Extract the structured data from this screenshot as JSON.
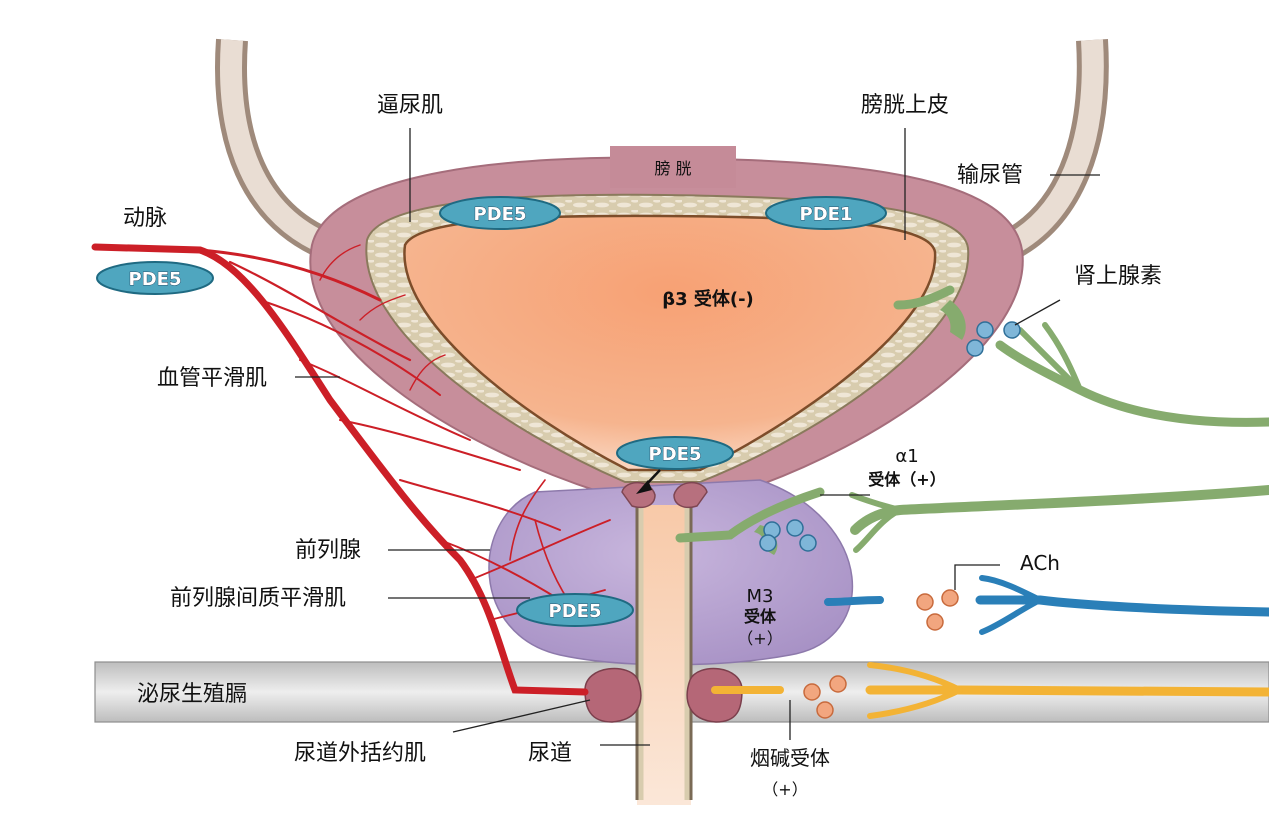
{
  "labels": {
    "detrusor": "逼尿肌",
    "urothelium": "膀胱上皮",
    "bladder_tab": "膀 胱",
    "ureter": "输尿管",
    "artery": "动脉",
    "vascular_smooth_muscle": "血管平滑肌",
    "adrenaline": "肾上腺素",
    "prostate": "前列腺",
    "prostate_stromal_smooth_muscle": "前列腺间质平滑肌",
    "urogenital_diaphragm": "泌尿生殖膈",
    "external_urethral_sphincter": "尿道外括约肌",
    "urethra": "尿道",
    "beta3_receptor": "β3 受体(-)",
    "alpha1": "α1",
    "alpha1_receptor": "受体（+）",
    "ach": "ACh",
    "m3": "M3",
    "m3_receptor": "受体",
    "m3_sign": "（+）",
    "nicotinic_receptor": "烟碱受体",
    "nicotinic_sign": "（+）"
  },
  "enzymes": {
    "pde5_artery": "PDE5",
    "pde5_bladder": "PDE5",
    "pde1_bladder": "PDE1",
    "pde5_neck": "PDE5",
    "pde5_prostate": "PDE5"
  },
  "colors": {
    "bladder_outer": "#c98f9c",
    "bladder_lumen": "#f4a47c",
    "detrusor_layer": "#d9cfb0",
    "prostate": "#b4a0cc",
    "artery": "#cc1f27",
    "green_nerve": "#86ab6e",
    "blue_nerve": "#2a7fb8",
    "orange_nerve": "#f3b335",
    "pde_badge": "#4fa6bf",
    "diaphragm": "#d6d6d6"
  }
}
